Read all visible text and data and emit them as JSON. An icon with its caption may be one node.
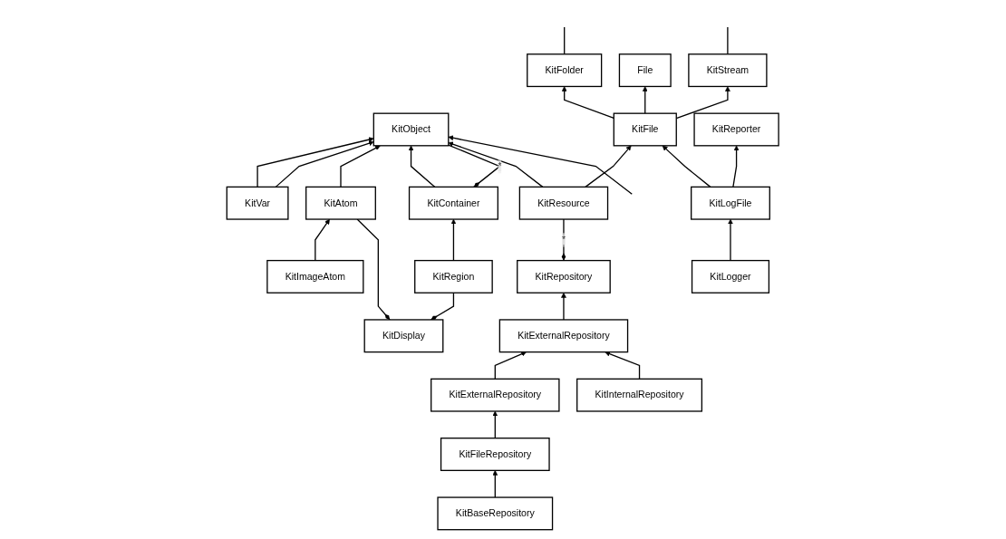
{
  "diagram": {
    "nodes": [
      {
        "text": [
          "KitObject"
        ]
      },
      {
        "text": [
          "KitVar"
        ]
      },
      {
        "text": [
          "KitRepository"
        ]
      },
      {
        "text": [
          "KitResource"
        ]
      },
      {
        "text": [
          "KitFolder"
        ]
      },
      {
        "text": [
          "KitAtom"
        ]
      },
      {
        "text": [
          "KitContainer"
        ]
      },
      {
        "text": [
          "File"
        ]
      },
      {
        "text": [
          "KitStream"
        ]
      },
      {
        "text": [
          "KitExternalRepository"
        ]
      },
      {
        "text": [
          "KitFile"
        ]
      },
      {
        "text": [
          "KitImageAtom"
        ]
      },
      {
        "text": [
          "KitRegion"
        ]
      },
      {
        "text": [
          "KitExternalRepository"
        ]
      },
      {
        "text": [
          "KitInternalRepository"
        ]
      },
      {
        "text": [
          "KitReporter"
        ]
      },
      {
        "text": [
          "KitLogFile"
        ]
      },
      {
        "text": [
          "KitDisplay"
        ]
      },
      {
        "text": [
          "KitFileRepository"
        ]
      },
      {
        "text": [
          "KitLogger"
        ]
      },
      {
        "text": [
          "KitBaseRepository"
        ]
      }
    ],
    "edges": [
      {
        "from": 1,
        "to": 0,
        "arrow": "to"
      },
      {
        "from": 1,
        "to": 0,
        "arrow": "to"
      },
      {
        "from": 5,
        "to": 0,
        "arrow": "to"
      },
      {
        "from": 6,
        "to": 0,
        "arrow": "to"
      },
      {
        "from": 0,
        "to": 6,
        "arrow": "other",
        "label": "*"
      },
      {
        "from": 3,
        "to": 0,
        "arrow": "to"
      },
      {
        "from": null,
        "to": 0,
        "arrow": "to"
      },
      {
        "from": 3,
        "to": 2,
        "arrow": "other",
        "label": "*"
      },
      {
        "from": 4,
        "to": null,
        "arrow": "none"
      },
      {
        "from": 8,
        "to": null,
        "arrow": "none"
      },
      {
        "from": 9,
        "to": 2,
        "arrow": "to"
      },
      {
        "from": 13,
        "to": 9,
        "arrow": "to"
      },
      {
        "from": 14,
        "to": 9,
        "arrow": "to"
      },
      {
        "from": 18,
        "to": 13,
        "arrow": "to"
      },
      {
        "from": 20,
        "to": 18,
        "arrow": "to"
      },
      {
        "from": 11,
        "to": 5,
        "arrow": "to"
      },
      {
        "from": 12,
        "to": 6,
        "arrow": "to"
      },
      {
        "from": 5,
        "to": 17,
        "arrow": "other"
      },
      {
        "from": 12,
        "to": 17,
        "arrow": "other"
      },
      {
        "from": 3,
        "to": 10,
        "arrow": "to"
      },
      {
        "from": 10,
        "to": 7,
        "arrow": "to"
      },
      {
        "from": 10,
        "to": 4,
        "arrow": "to"
      },
      {
        "from": 10,
        "to": 8,
        "arrow": "to"
      },
      {
        "from": 16,
        "to": 10,
        "arrow": "to"
      },
      {
        "from": 16,
        "to": 15,
        "arrow": "to"
      },
      {
        "from": 19,
        "to": 16,
        "arrow": "to"
      }
    ]
  }
}
